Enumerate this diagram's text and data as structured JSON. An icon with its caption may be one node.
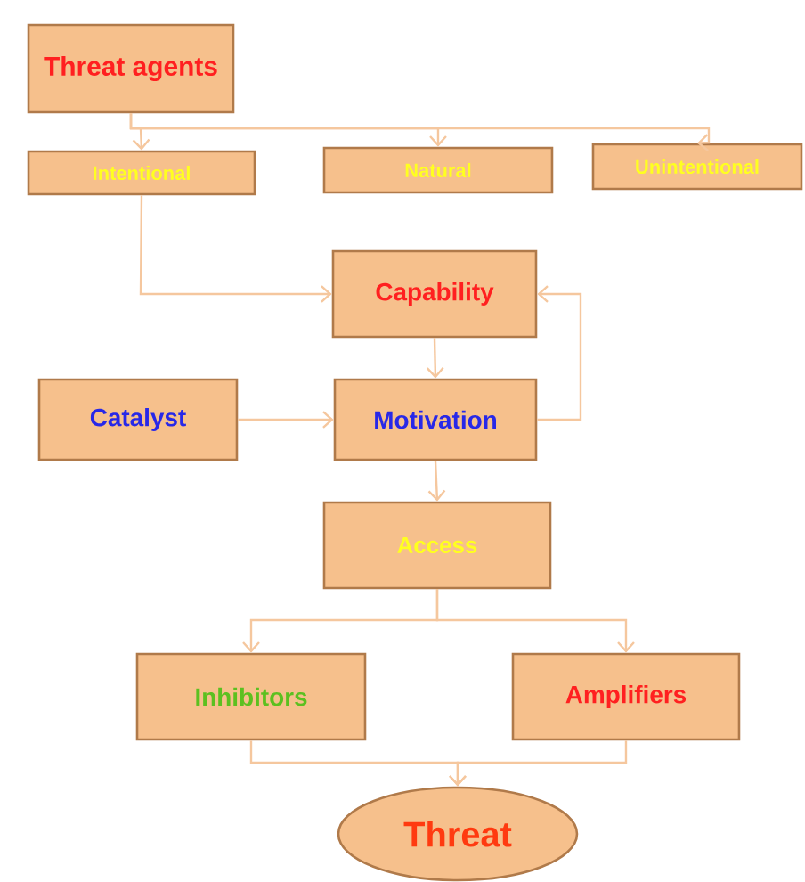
{
  "diagram": {
    "nodes": [
      {
        "text": [
          "Threat agents"
        ]
      },
      {
        "text": [
          "Intentional"
        ]
      },
      {
        "text": [
          "Natural"
        ]
      },
      {
        "text": [
          "Unintentional"
        ]
      },
      {
        "text": [
          "Capability"
        ]
      },
      {
        "text": [
          "Catalyst"
        ]
      },
      {
        "text": [
          "Motivation"
        ]
      },
      {
        "text": [
          "Access"
        ]
      },
      {
        "text": [
          "Inhibitors"
        ]
      },
      {
        "text": [
          "Amplifiers"
        ]
      },
      {
        "text": [
          "Threat"
        ]
      }
    ],
    "edges": [
      {
        "from": 0,
        "to": 1,
        "arrow": "to"
      },
      {
        "from": 0,
        "to": 2,
        "arrow": "to"
      },
      {
        "from": 0,
        "to": 3,
        "arrow": "to"
      },
      {
        "from": 1,
        "to": 4,
        "arrow": "to"
      },
      {
        "from": 4,
        "to": 6,
        "arrow": "to"
      },
      {
        "from": 5,
        "to": 6,
        "arrow": "to"
      },
      {
        "from": 6,
        "to": 4,
        "arrow": "to"
      },
      {
        "from": 6,
        "to": 7,
        "arrow": "to"
      },
      {
        "from": 7,
        "to": 8,
        "arrow": "to"
      },
      {
        "from": 7,
        "to": 9,
        "arrow": "to"
      },
      {
        "from": 8,
        "to": 10,
        "arrow": "to"
      },
      {
        "from": 9,
        "to": 10,
        "arrow": "to"
      }
    ]
  }
}
